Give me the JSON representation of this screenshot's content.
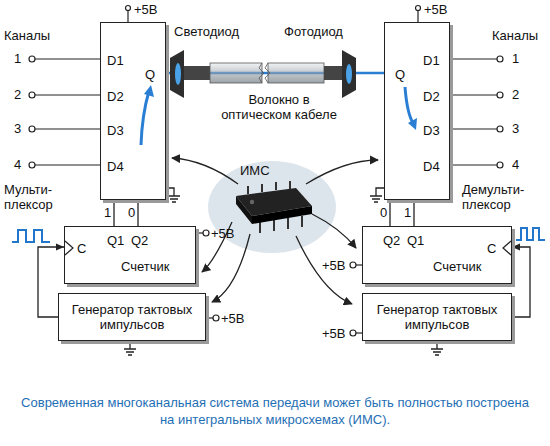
{
  "diagram": {
    "caption": "Современная многоканальная система передачи может быть полностью построена на интегральных микросхемах (ИМС).",
    "nodes": [
      {
        "text": [
          "D1",
          "D2",
          "D3",
          "D4",
          "Q"
        ]
      },
      {
        "text": [
          "D1",
          "D2",
          "D3",
          "D4",
          "Q"
        ]
      },
      {
        "text": [
          "C",
          "Q1",
          "Q2",
          "Счетчик"
        ]
      },
      {
        "text": [
          "Q2",
          "Q1",
          "C",
          "Счетчик"
        ]
      },
      {
        "text": [
          "Генератор тактовых импульсов"
        ]
      },
      {
        "text": [
          "Генератор тактовых импульсов"
        ]
      }
    ],
    "edges": [
      {
        "from": 2,
        "to": 0,
        "arrow": "none",
        "label": "1"
      },
      {
        "from": 2,
        "to": 0,
        "arrow": "none",
        "label": "0"
      },
      {
        "from": 3,
        "to": 1,
        "arrow": "none",
        "label": "0"
      },
      {
        "from": 3,
        "to": 1,
        "arrow": "none",
        "label": "1"
      },
      {
        "from": 4,
        "to": 2,
        "arrow": "to"
      },
      {
        "from": 5,
        "to": 3,
        "arrow": "to"
      },
      {
        "from": 0,
        "to": 1,
        "arrow": "none"
      }
    ],
    "labels": [
      "+5В",
      "Каналы",
      "1",
      "2",
      "3",
      "4",
      "Светодиод",
      "Фотодиод",
      "+5В",
      "Каналы",
      "1",
      "2",
      "3",
      "4",
      "Волокно в оптическом кабеле",
      "Мульти-плексор",
      "Демульти-плексор",
      "ИМС",
      "+5В",
      "+5В",
      "+5В",
      "+5В"
    ]
  }
}
